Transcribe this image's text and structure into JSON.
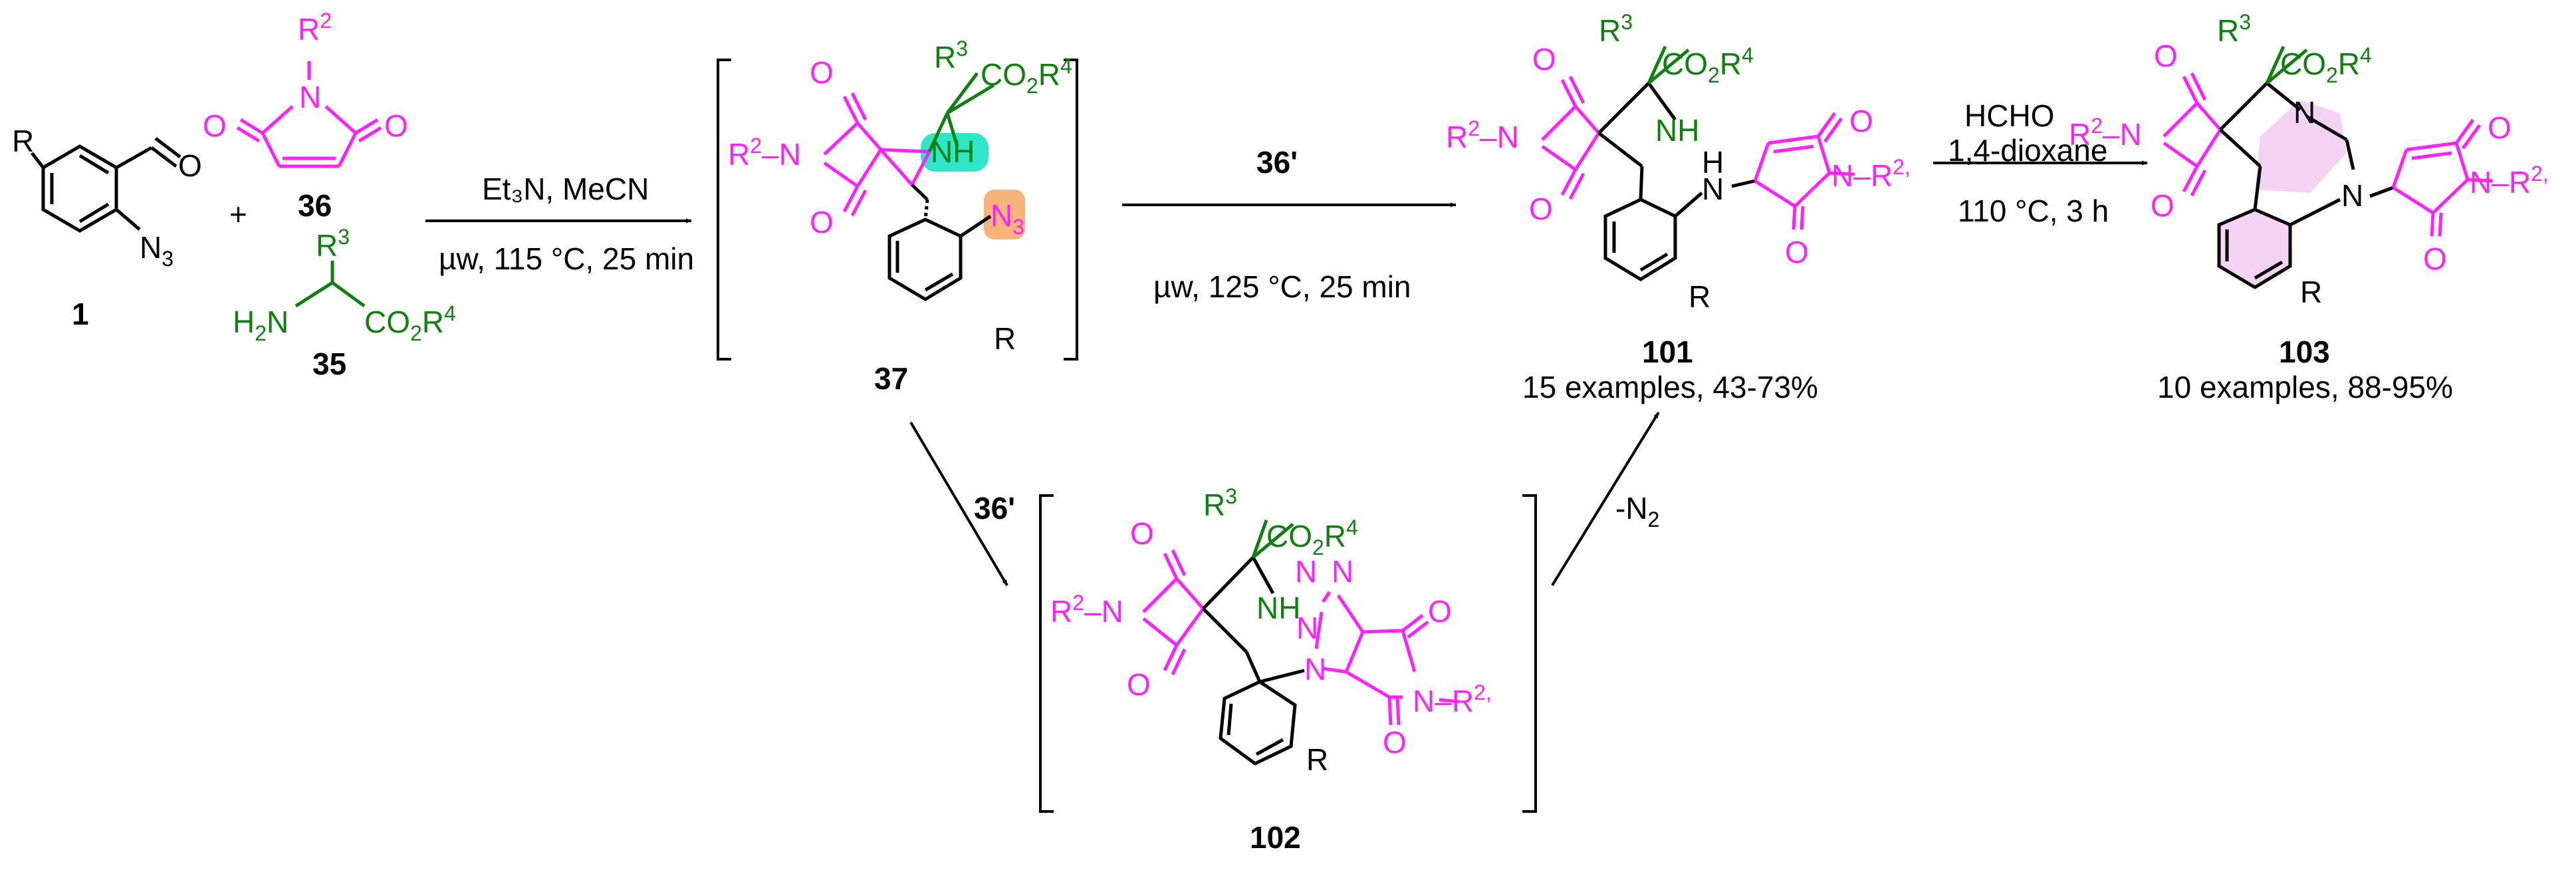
{
  "colors": {
    "magenta": "#ff22ff",
    "green": "#108010",
    "black": "#000000",
    "highlight_cyan": "#2ee6c8",
    "highlight_orange": "#f6b37a",
    "highlight_pink": "#f4d3f4"
  },
  "compounds": {
    "c1": {
      "label": "1",
      "substituent": "R",
      "azide": "N",
      "azide_sub": "3",
      "aldehyde_o": "O"
    },
    "c36": {
      "label": "36",
      "r2": "R",
      "r2_sup": "2",
      "n": "N",
      "o": "O"
    },
    "c35": {
      "label": "35",
      "r3": "R",
      "r3_sup": "3",
      "h2n": "H",
      "h2n_sub": "2",
      "n": "N",
      "ester": "CO",
      "ester_sub": "2",
      "ester_r": "R",
      "ester_sup": "4"
    },
    "c37": {
      "label": "37",
      "nh": "NH",
      "r": "R",
      "n3": "N",
      "n3_sub": "3"
    },
    "c101": {
      "label": "101",
      "info": "15 examples, 43-73%",
      "nh": "NH",
      "hn": "H",
      "r": "R"
    },
    "c102": {
      "label": "102",
      "nh": "NH",
      "r": "R",
      "n": "N"
    },
    "c103": {
      "label": "103",
      "info": "10 examples, 88-95%",
      "n": "N",
      "r": "R"
    }
  },
  "common": {
    "r2": "R",
    "sup2": "2",
    "r3": "R",
    "sup3": "3",
    "co2": "CO",
    "sub2": "2",
    "r4": "R",
    "sup4": "4",
    "n": "N",
    "o": "O",
    "r2prime": "R",
    "sup2prime": "2,"
  },
  "plus": "+",
  "arrows": {
    "a1": {
      "top": "Et₃N, MeCN",
      "bottom": "µw, 115 °C, 25 min"
    },
    "a2": {
      "top": "36'",
      "bottom": "µw, 125 °C, 25 min"
    },
    "a3": {
      "top1": "HCHO",
      "top2": "1,4-dioxane",
      "bottom": "110 °C, 3 h"
    },
    "a4": {
      "label": "36'"
    },
    "a5": {
      "label": "-N",
      "label_sub": "2"
    }
  }
}
